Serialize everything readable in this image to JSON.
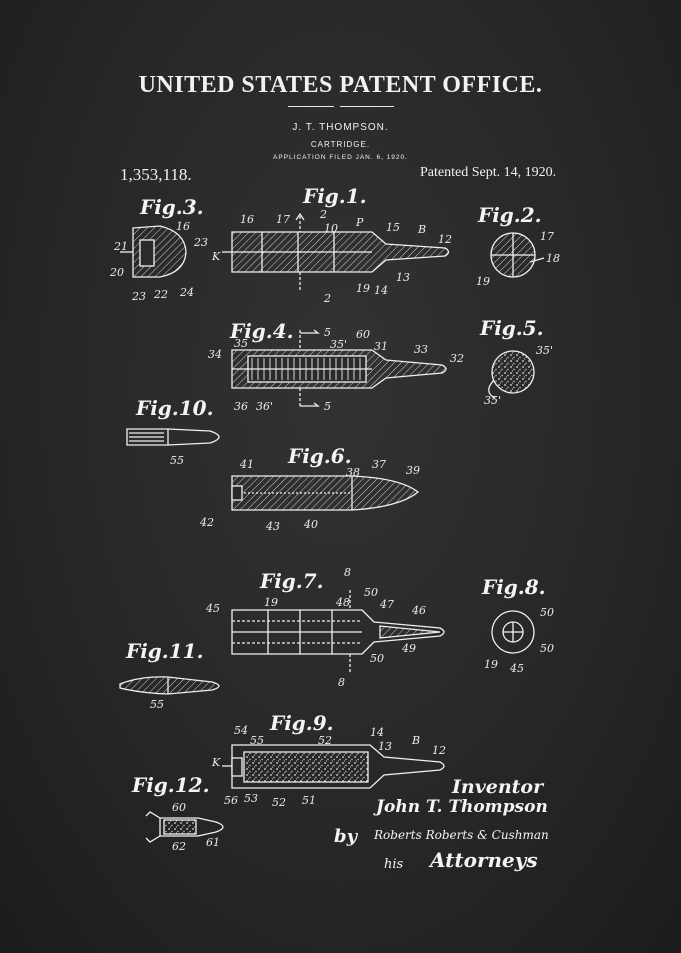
{
  "header": {
    "office": "UNITED STATES PATENT OFFICE.",
    "inventor": "J. T. THOMPSON.",
    "invention": "CARTRIDGE.",
    "filed": "APPLICATION FILED JAN. 6, 1920.",
    "number": "1,353,118.",
    "patented": "Patented Sept. 14, 1920."
  },
  "figures": {
    "fig1": "Fig.1.",
    "fig2": "Fig.2.",
    "fig3": "Fig.3.",
    "fig4": "Fig.4.",
    "fig5": "Fig.5.",
    "fig6": "Fig.6.",
    "fig7": "Fig.7.",
    "fig8": "Fig.8.",
    "fig9": "Fig.9.",
    "fig10": "Fig.10.",
    "fig11": "Fig.11.",
    "fig12": "Fig.12."
  },
  "refs": {
    "fig1": [
      "16",
      "17",
      "2",
      "10",
      "P",
      "15",
      "B",
      "12",
      "K",
      "19",
      "14",
      "13",
      "2"
    ],
    "fig2": [
      "17",
      "18",
      "19"
    ],
    "fig3": [
      "16",
      "23",
      "21",
      "20",
      "23",
      "22",
      "24"
    ],
    "fig4": [
      "5",
      "35",
      "35'",
      "60",
      "31",
      "33",
      "32",
      "34",
      "36",
      "36'",
      "5"
    ],
    "fig5": [
      "35'",
      "35'"
    ],
    "fig6": [
      "41",
      "38",
      "37",
      "39",
      "42",
      "43",
      "40"
    ],
    "fig7": [
      "8",
      "45",
      "19",
      "48",
      "50",
      "47",
      "46",
      "50",
      "49",
      "8"
    ],
    "fig8": [
      "50",
      "50",
      "19",
      "45"
    ],
    "fig9": [
      "54",
      "55",
      "52",
      "14",
      "13",
      "B",
      "12",
      "K",
      "56",
      "53",
      "52",
      "51"
    ],
    "fig10": [
      "55"
    ],
    "fig11": [
      "55"
    ],
    "fig12": [
      "60",
      "62",
      "61"
    ]
  },
  "signature": {
    "inventor_label": "Inventor",
    "inventor_name": "John T. Thompson",
    "by": "by",
    "firm": "Roberts Roberts & Cushman",
    "his": "his",
    "attorneys": "Attorneys"
  },
  "colors": {
    "background": "#2a2a2a",
    "ink": "#f2f2f2"
  }
}
